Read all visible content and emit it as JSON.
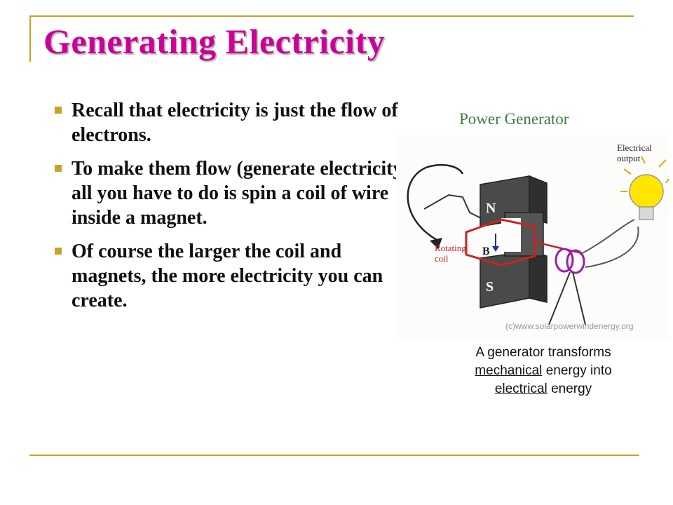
{
  "slide": {
    "title": "Generating Electricity"
  },
  "bullets": [
    {
      "text": "Recall that electricity is just the flow of electrons."
    },
    {
      "text": "To make them flow (generate electricity), all you have to do is spin a coil of wire inside a magnet."
    },
    {
      "text": "Of course the larger the coil and magnets, the more electricity you can create."
    }
  ],
  "figure": {
    "title": "Power Generator",
    "labels": {
      "electrical_output": "Electrical output",
      "rotating_coil": "Rotating coil",
      "north": "N",
      "south": "S",
      "field": "B",
      "credit": "(c)www.solarpowerwindenergy.org"
    },
    "caption": {
      "part1": "A generator transforms",
      "mechanical": "mechanical",
      "part2": "energy into",
      "electrical": "electrical",
      "part3": "energy"
    }
  },
  "colors": {
    "title": "#cc0099",
    "accent": "#c9a227",
    "figure_title": "#3a7d44",
    "coil": "#cc2222",
    "bulb": "#ffe600"
  }
}
